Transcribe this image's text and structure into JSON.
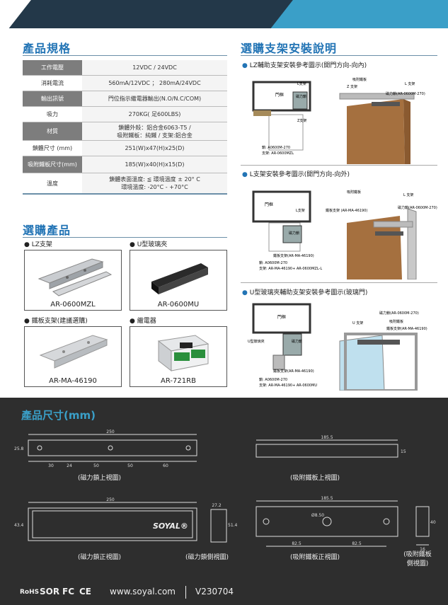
{
  "spec_title": "產品規格",
  "install_title": "選購支架安裝說明",
  "products_title": "選購產品",
  "dimension_title": "產品尺寸(mm)",
  "specs": [
    {
      "label": "工作電壓",
      "value": "12VDC / 24VDC"
    },
    {
      "label": "消耗電流",
      "value": "560mA/12VDC ； 280mA/24VDC"
    },
    {
      "label": "輸出訊號",
      "value": "門位指示繼電器輸出(N.O/N.C/COM)"
    },
    {
      "label": "吸力",
      "value": "270KG( 足600LBS)"
    },
    {
      "label": "材質",
      "value": "鎖體外殼：鋁合金6063-T5 /\n吸附鐵板：純鐵 / 支架:鋁合金"
    },
    {
      "label": "鎖體尺寸 (mm)",
      "value": "251(W)x47(H)x25(D)"
    },
    {
      "label": "吸附鐵板尺寸(mm)",
      "value": "185(W)x40(H)x15(D)"
    },
    {
      "label": "溫度",
      "value": "鎖體表面溫度: ≦ 環境溫度 ± 20° C\n環境溫度: -20°C - +70°C"
    }
  ],
  "products": [
    {
      "label": "LZ支架",
      "caption": "AR-0600MZL"
    },
    {
      "label": "U型玻璃夾",
      "caption": "AR-0600MU"
    },
    {
      "label": "鐵板支架(建議選購)",
      "caption": "AR-MA-46190"
    },
    {
      "label": "繼電器",
      "caption": "AR-721RB"
    }
  ],
  "installs": [
    {
      "title": "LZ輔助支架安裝參考圖示(開門方向-向內)",
      "door": "門框",
      "lbl1": "L支架",
      "lbl2": "磁力鎖",
      "lbl3": "Z支架",
      "note1": "鎖: A0600M-270",
      "note2": "支架: AR-0600MZL",
      "p1": "吸附鐵板",
      "p2": "L 支架",
      "p3": "Z 支架",
      "p4": "磁力鎖(AR-0600M-270)"
    },
    {
      "title": "L支架安裝參考圖示(開門方向-向外)",
      "door": "門框",
      "lbl1": "L支架",
      "lbl2": "磁力鎖",
      "lbl3": "鐵板支架(AR-MA-46190)",
      "note1": "鎖: A0600M-270",
      "note2": "支架: AR-MA-46190+ AR-0600MZL-L",
      "p1": "吸附鐵板",
      "p2": "L 支架",
      "p3": "鐵板支架\n(AR-MA-46190)",
      "p4": "磁力鎖(AR-0600M-270)"
    },
    {
      "title": "U型玻璃夾輔助支架安裝參考圖示(玻璃門)",
      "door": "門框",
      "lbl1": "U型玻璃夾",
      "lbl2": "磁力鎖",
      "lbl3": "鐵板支架(AR-MA-46190)",
      "note1": "鎖: A0600M-270",
      "note2": "支架: AR-MA-46190+ AR-0600MU",
      "p1": "磁力鎖(AR-0600M-270)",
      "p2": "U 支架",
      "p3": "吸附鐵板",
      "p4": "鐵板支架(AR-MA-46190)"
    }
  ],
  "dims": {
    "lock_top": {
      "caption": "(磁力鎖上視圖)",
      "w": "250",
      "h": "25.8",
      "s1": "30",
      "s2": "24",
      "s3": "50",
      "s4": "50",
      "s5": "60"
    },
    "plate_top": {
      "caption": "(吸附鐵板上視圖)",
      "w": "185.5",
      "h": "15"
    },
    "lock_front": {
      "caption": "(磁力鎖正視圖)",
      "w": "250",
      "h": "43.4",
      "brand": "SOYAL®"
    },
    "lock_side": {
      "caption": "(磁力鎖側視圖)",
      "w": "27.2",
      "h": "51.4"
    },
    "plate_front": {
      "caption": "(吸附鐵板正視圖)",
      "w": "185.5",
      "d": "Ø8.50",
      "a": "82.5",
      "b": "82.5"
    },
    "plate_side": {
      "caption": "(吸附鐵板\n側視圖)",
      "w": "16",
      "h": "40"
    }
  },
  "footer": {
    "rohs": "RoHS",
    "sor": "SOR",
    "fc": "FC",
    "ce": "CE",
    "url": "www.soyal.com",
    "version": "V230704"
  }
}
